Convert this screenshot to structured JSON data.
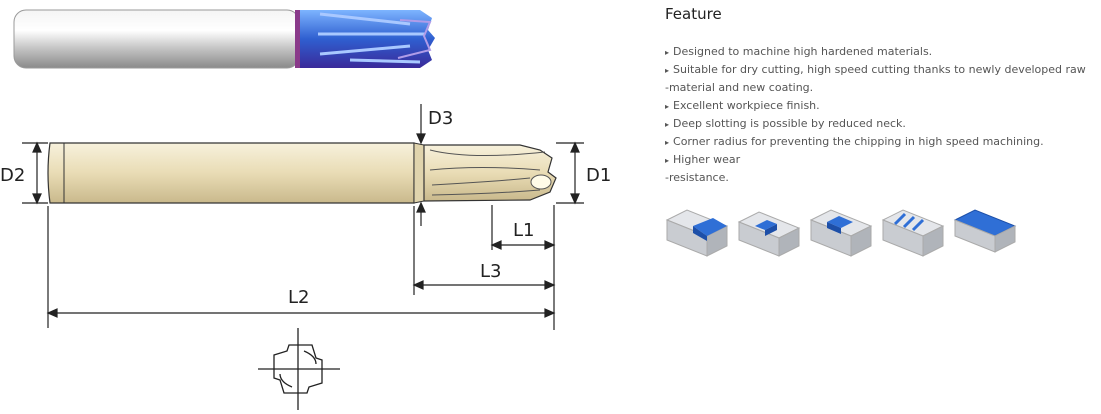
{
  "feature": {
    "title": "Feature",
    "bullet_glyph": "▸",
    "items": [
      "Designed to machine high hardened materials.",
      "Suitable for dry cutting, high speed cutting thanks to newly developed raw",
      "-material and new coating.",
      "Excellent workpiece finish.",
      "Deep slotting is possible by reduced neck.",
      "Corner radius for preventing the chipping in high speed machining.",
      "Higher wear",
      "-resistance."
    ],
    "bulleted": [
      true,
      true,
      false,
      true,
      true,
      true,
      true,
      false
    ]
  },
  "diagram": {
    "labels": {
      "d1": "D1",
      "d2": "D2",
      "d3": "D3",
      "l1": "L1",
      "l2": "L2",
      "l3": "L3"
    }
  },
  "icons": [
    {
      "name": "shoulder-milling-icon"
    },
    {
      "name": "slotting-icon"
    },
    {
      "name": "pocketing-icon"
    },
    {
      "name": "multi-slot-icon"
    },
    {
      "name": "face-milling-icon"
    }
  ],
  "colors": {
    "coating_blue": "#2f6fd6",
    "shank_tan": "#e8ddb8",
    "workpiece_gray": "#d5d8dc"
  }
}
